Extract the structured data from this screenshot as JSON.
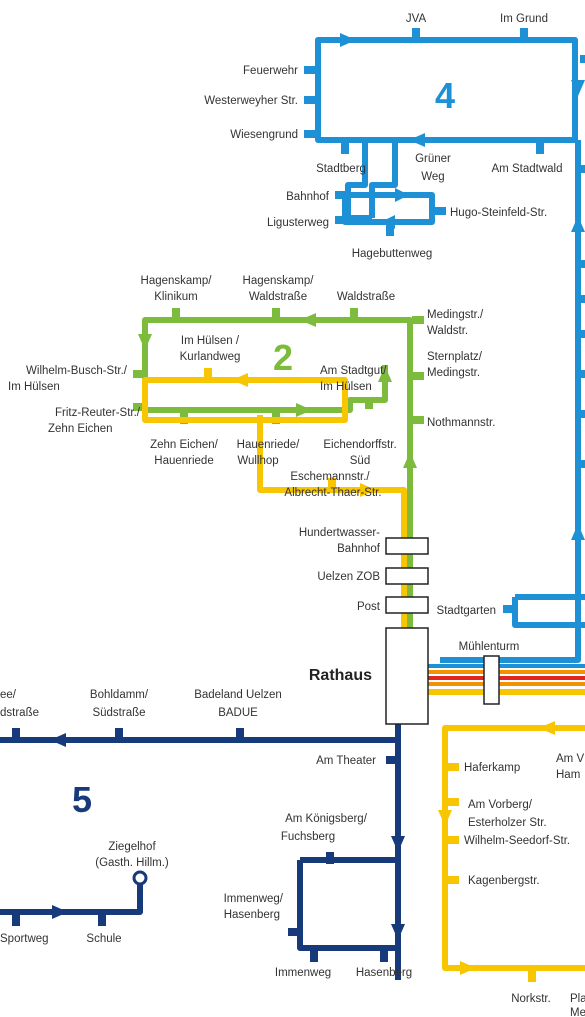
{
  "colors": {
    "line4": "#1e90d6",
    "line2": "#7dbb3c",
    "yellow": "#f7c600",
    "line5": "#173a7a",
    "red": "#e2251d",
    "orange": "#f39200",
    "text": "#333333"
  },
  "lines": {
    "line4_number": "4",
    "line2_number": "2",
    "line5_number": "5"
  },
  "hub": {
    "name": "Rathaus"
  },
  "stops": {
    "jva": "JVA",
    "im_grund": "Im Grund",
    "feuerwehr": "Feuerwehr",
    "westerweyher": "Westerweyher Str.",
    "wiesengrund": "Wiesengrund",
    "stadtberg": "Stadtberg",
    "gruener_weg_1": "Grüner",
    "gruener_weg_2": "Weg",
    "am_stadtwald": "Am Stadtwald",
    "bahnhof": "Bahnhof",
    "ligusterweg": "Ligusterweg",
    "hugo_steinfeld": "Hugo-Steinfeld-Str.",
    "hagebuttenweg": "Hagebuttenweg",
    "hagenskamp_klinikum_1": "Hagenskamp/",
    "hagenskamp_klinikum_2": "Klinikum",
    "hagenskamp_wald_1": "Hagenskamp/",
    "hagenskamp_wald_2": "Waldstraße",
    "waldstrasse": "Waldstraße",
    "medingstr_1": "Medingstr./",
    "medingstr_2": "Waldstr.",
    "im_huelsen_kurland_1": "Im Hülsen /",
    "im_huelsen_kurland_2": "Kurlandweg",
    "sternplatz_1": "Sternplatz/",
    "sternplatz_2": "Medingstr.",
    "wilhelm_busch_1": "Wilhelm-Busch-Str./",
    "wilhelm_busch_2": "Im Hülsen",
    "am_stadtgut_1": "Am Stadtgut/",
    "am_stadtgut_2": "Im Hülsen",
    "fritz_reuter_1": "Fritz-Reuter-Str./",
    "fritz_reuter_2": "Zehn Eichen",
    "nothmannstr": "Nothmannstr.",
    "zehn_eichen_1": "Zehn Eichen/",
    "zehn_eichen_2": "Hauenriede",
    "hauenriede_1": "Hauenriede/",
    "hauenriede_2": "Wullhop",
    "eichendorff_1": "Eichendorffstr.",
    "eichendorff_2": "Süd",
    "eschemann_1": "Eschemannstr./",
    "eschemann_2": "Albrecht-Thaer-Str.",
    "hundertwasser_1": "Hundertwasser-",
    "hundertwasser_2": "Bahnhof",
    "uelzen_zob": "Uelzen ZOB",
    "post": "Post",
    "stadtgarten": "Stadtgarten",
    "muehlenturm": "Mühlenturm",
    "allee_1": "ee/",
    "allee_2": "dstraße",
    "bohldamm_1": "Bohldamm/",
    "bohldamm_2": "Südstraße",
    "badeland_1": "Badeland Uelzen",
    "badeland_2": "BADUE",
    "am_theater": "Am Theater",
    "haferkamp": "Haferkamp",
    "am_v_1": "Am V",
    "am_v_2": "Ham",
    "am_vorberg_1": "Am Vorberg/",
    "am_vorberg_2": "Esterholzer Str.",
    "am_koenigsberg_1": "Am Königsberg/",
    "am_koenigsberg_2": "Fuchsberg",
    "ziegelhof_1": "Ziegelhof",
    "ziegelhof_2": "(Gasth. Hillm.)",
    "wilhelm_seedorf": "Wilhelm-Seedorf-Str.",
    "immenweg_hasenberg_1": "Immenweg/",
    "immenweg_hasenberg_2": "Hasenberg",
    "kagenbergstr": "Kagenbergstr.",
    "sportweg": "Sportweg",
    "schule": "Schule",
    "immenweg": "Immenweg",
    "hasenberg": "Hasenberg",
    "norkstr": "Norkstr.",
    "pla_1": "Pla",
    "pla_2": "Me"
  }
}
